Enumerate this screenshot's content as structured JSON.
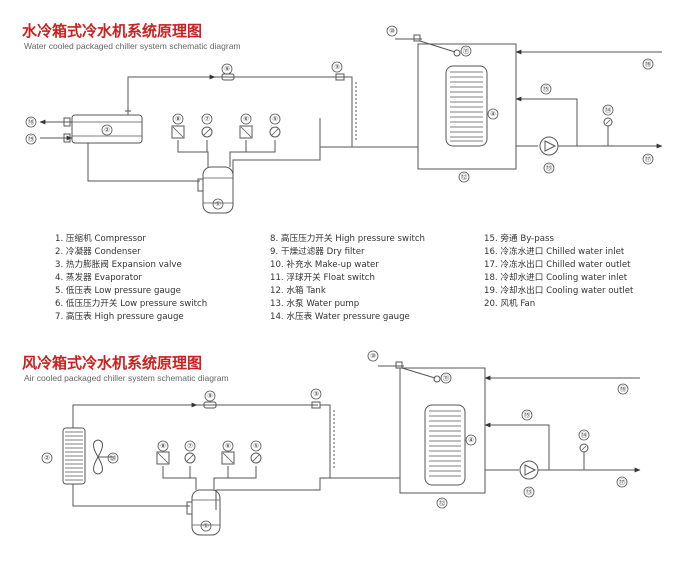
{
  "water_cooled": {
    "title_cn": "水冷箱式冷水机系统原理图",
    "title_en": "Water cooled packaged chiller system schematic diagram"
  },
  "air_cooled": {
    "title_cn": "风冷箱式冷水机系统原理图",
    "title_en": "Air cooled packaged chiller system schematic diagram"
  },
  "legend": {
    "col1": [
      "1. 压缩机 Compressor",
      "2. 冷凝器 Condenser",
      "3. 热力膨胀阀 Expansion valve",
      "4. 蒸发器 Evaporator",
      "5. 低压表 Low pressure gauge",
      "6. 低压压力开关 Low pressure switch",
      "7. 高压表 High pressure gauge"
    ],
    "col2": [
      "8. 高压压力开关 High pressure switch",
      "9. 干燥过滤器 Dry filter",
      "10. 补充水 Make-up water",
      "11. 浮球开关 Float switch",
      "12. 水箱 Tank",
      "13. 水泵 Water pump",
      "14. 水压表 Water pressure gauge"
    ],
    "col3": [
      "15. 旁通 By-pass",
      "16. 冷冻水进口 Chilled water inlet",
      "17. 冷冻水出口 Chilled water outlet",
      "18. 冷却水进口 Cooling water inlet",
      "19. 冷却水出口 Cooling water outlet",
      "20. 风机 Fan"
    ]
  },
  "markers": [
    "①",
    "②",
    "③",
    "④",
    "⑤",
    "⑥",
    "⑦",
    "⑧",
    "⑨",
    "⑩",
    "⑪",
    "⑫",
    "⑬",
    "⑭",
    "⑮",
    "⑯",
    "⑰",
    "⑱",
    "⑲",
    "⑳"
  ]
}
